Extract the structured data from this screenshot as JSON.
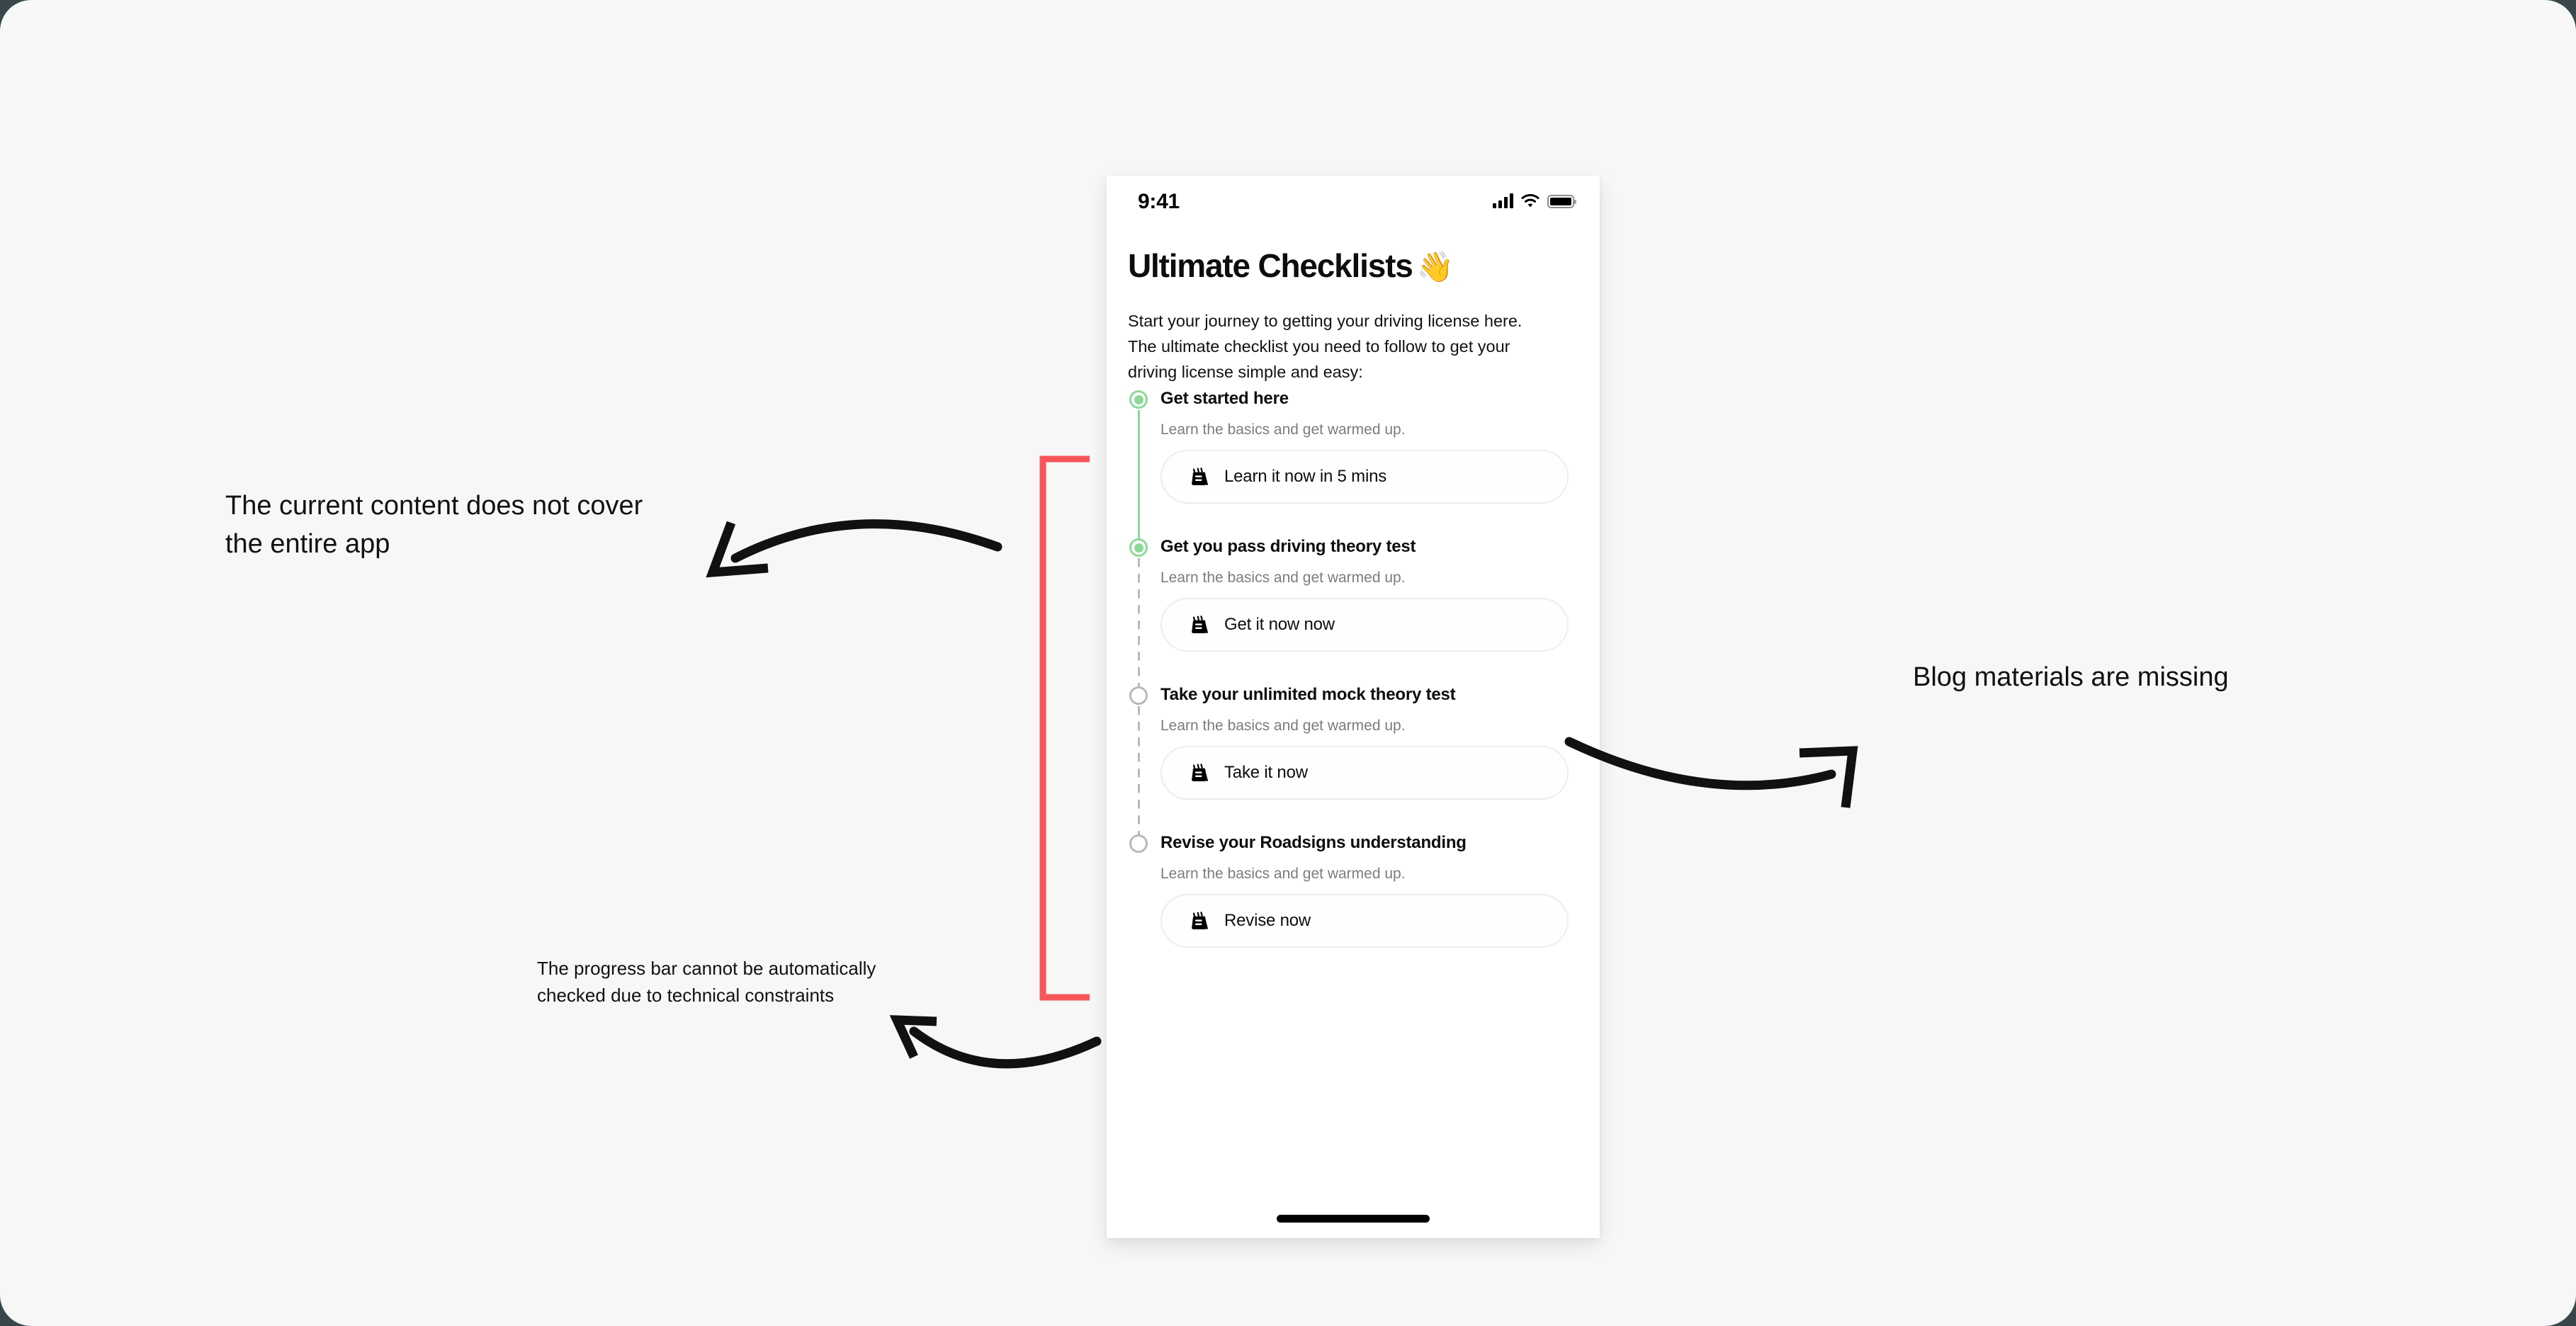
{
  "canvas": {
    "background": "#f7f7f7",
    "outer_background": "#37474a"
  },
  "phone": {
    "status_bar": {
      "time": "9:41",
      "icons": [
        "cellular-signal-icon",
        "wifi-icon",
        "battery-icon"
      ]
    },
    "header": {
      "title": "Ultimate Checklists",
      "title_emoji": "👋",
      "intro": "Start your journey to getting your driving license here. The  ultimate checklist you need to follow to get your driving license simple and easy:"
    },
    "checklist": {
      "items": [
        {
          "title": "Get started here",
          "subtitle": "Learn the basics and get warmed up.",
          "cta_label": "Learn it now in 5 mins",
          "cta_icon": "backpack-icon",
          "state": "done",
          "connector": "solid"
        },
        {
          "title": "Get you pass driving theory test",
          "subtitle": "Learn the basics and get warmed up.",
          "cta_label": "Get it now now",
          "cta_icon": "backpack-icon",
          "state": "done",
          "connector": "dashed"
        },
        {
          "title": "Take your unlimited mock theory test",
          "subtitle": "Learn the basics and get warmed up.",
          "cta_label": "Take it now",
          "cta_icon": "backpack-icon",
          "state": "todo",
          "connector": "dashed"
        },
        {
          "title": "Revise your Roadsigns understanding",
          "subtitle": "Learn the basics and get warmed up.",
          "cta_label": "Revise now",
          "cta_icon": "backpack-icon",
          "state": "todo",
          "connector": "none"
        }
      ],
      "colors": {
        "done": "#8ed79a",
        "todo": "#b9b9b9"
      }
    },
    "home_indicator": "home-indicator"
  },
  "annotations": {
    "left": "The current content does not cover the entire app",
    "right": "Blog materials are missing",
    "bottom": "The progress bar cannot be automatically checked due to technical constraints",
    "bracket_color": "#f8555a",
    "arrow_color": "#111111"
  }
}
